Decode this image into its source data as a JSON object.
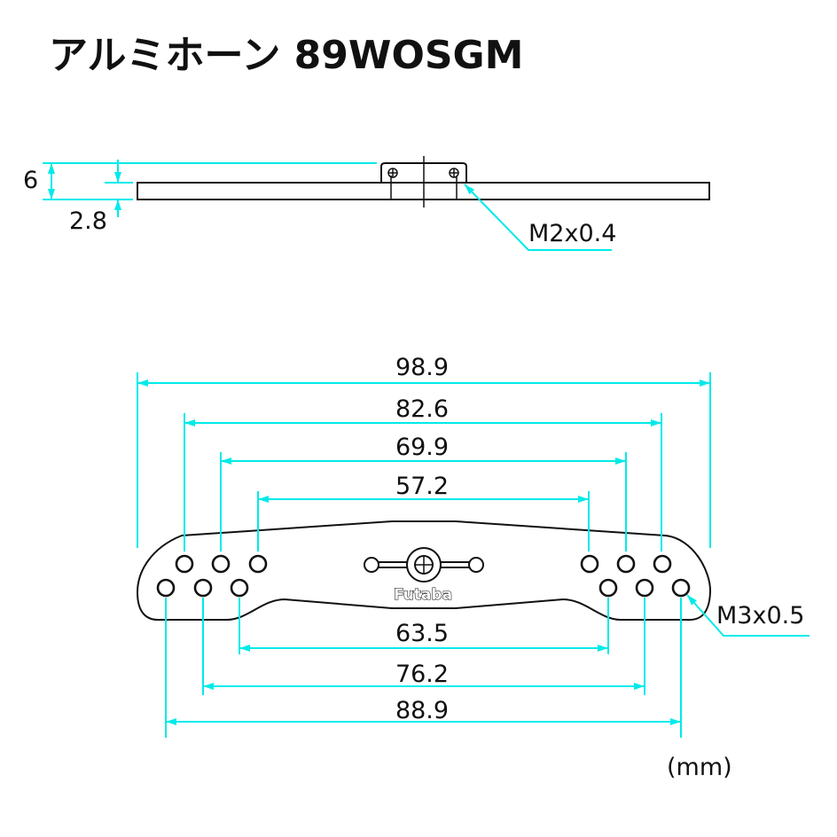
{
  "title": "アルミホーン 89WOSGM",
  "side_view": {
    "height_label": "6",
    "thickness_label": "2.8",
    "screw_label": "M2x0.4"
  },
  "top_view": {
    "brand_logo": "Futaba",
    "hole_screw_label": "M3x0.5",
    "upper_dimensions": [
      "98.9",
      "82.6",
      "69.9",
      "57.2"
    ],
    "lower_dimensions": [
      "63.5",
      "76.2",
      "88.9"
    ]
  },
  "unit_label": "(mm)",
  "colors": {
    "dimension_line": "#00eaea",
    "outline": "#111111",
    "background": "#ffffff"
  }
}
